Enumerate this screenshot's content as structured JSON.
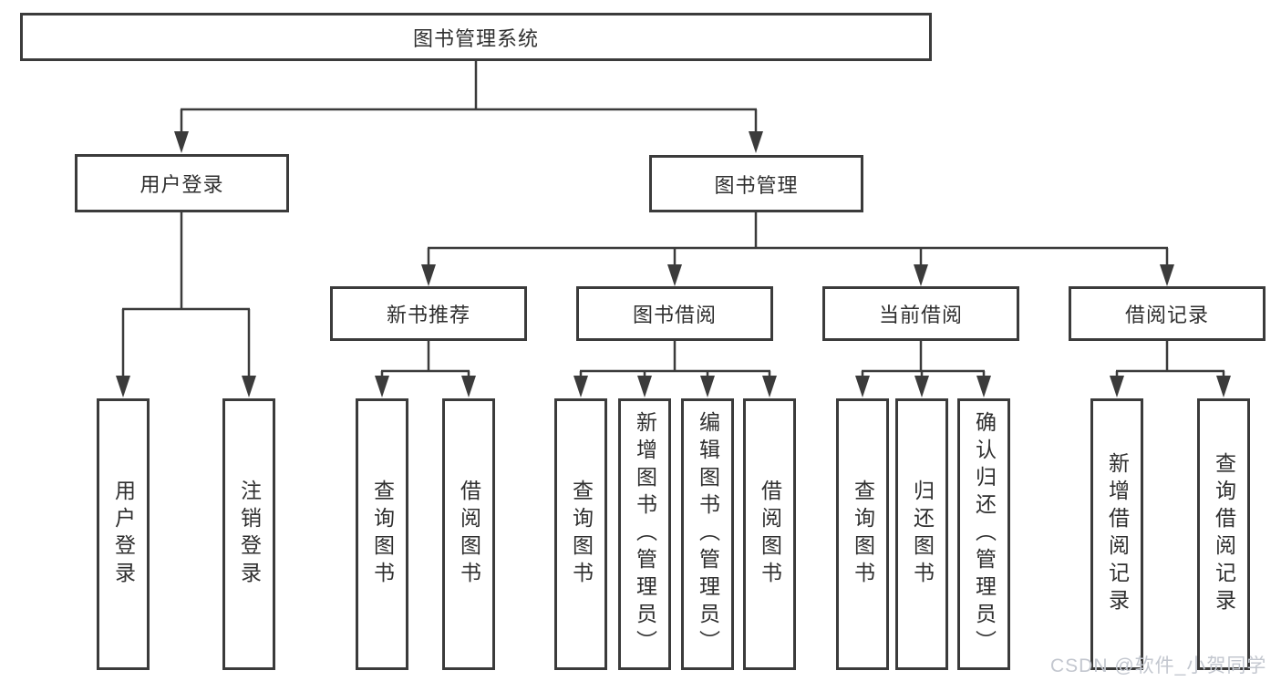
{
  "diagram": {
    "colors": {
      "line": "#3b3b3b",
      "box_background": "#ffffff",
      "text": "#2f2f2f",
      "watermark": "#c3c7cf"
    },
    "nodes": {
      "root": "图书管理系统",
      "user_login": "用户登录",
      "book_management": "图书管理",
      "new_book_recommend": "新书推荐",
      "book_borrowing": "图书借阅",
      "current_borrowing": "当前借阅",
      "borrowing_records": "借阅记录",
      "leaf_user_login": "用户登录",
      "leaf_logout": "注销登录",
      "leaf_query_books_recommend": "查询图书",
      "leaf_borrow_books_recommend": "借阅图书",
      "leaf_query_books_borrowing": "查询图书",
      "leaf_add_books_admin": "新增图书（管理员）",
      "leaf_edit_books_admin": "编辑图书（管理员）",
      "leaf_borrow_books_borrowing": "借阅图书",
      "leaf_query_books_current": "查询图书",
      "leaf_return_books": "归还图书",
      "leaf_confirm_return_admin": "确认归还（管理员）",
      "leaf_add_borrow_record": "新增借阅记录",
      "leaf_query_borrow_record": "查询借阅记录"
    },
    "watermark": "CSDN @软件_小贺同学"
  }
}
